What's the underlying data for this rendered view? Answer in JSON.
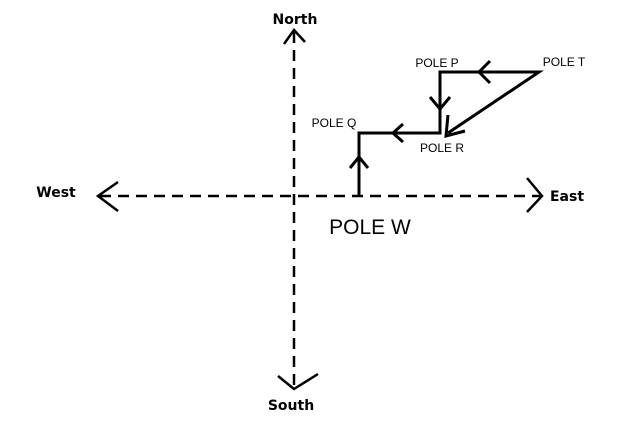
{
  "compass": {
    "north": "North",
    "south": "South",
    "east": "East",
    "west": "West"
  },
  "poles": {
    "p": "POLE P",
    "q": "POLE Q",
    "r": "POLE R",
    "t": "POLE T",
    "w": "POLE W"
  },
  "colors": {
    "ink": "#000000",
    "background": "#ffffff"
  }
}
